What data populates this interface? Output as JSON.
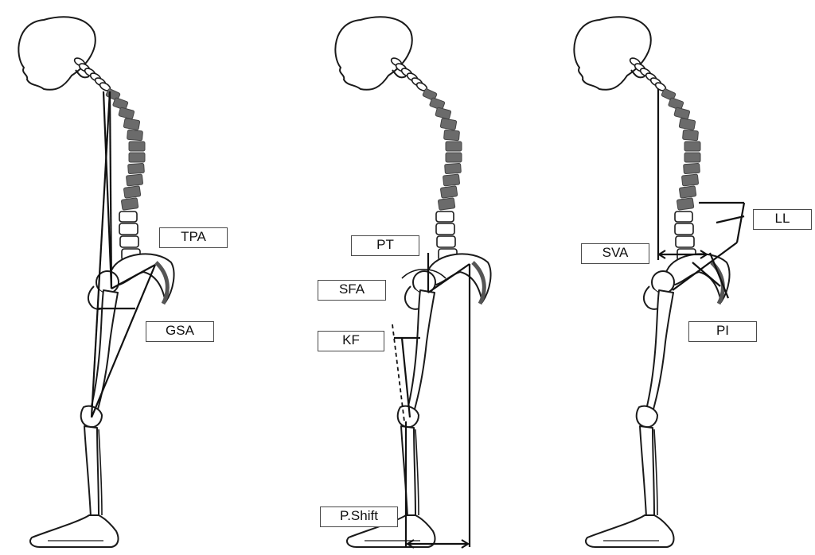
{
  "labels": {
    "tpa": "TPA",
    "gsa": "GSA",
    "pt": "PT",
    "sfa": "SFA",
    "kf": "KF",
    "pshift": "P.Shift",
    "sva": "SVA",
    "ll": "LL",
    "pi": "PI"
  },
  "colors": {
    "bone_outline": "#1a1a1a",
    "spine_fill": "#6b6b6b",
    "line": "#111111",
    "label_border": "#4a4a4a"
  }
}
